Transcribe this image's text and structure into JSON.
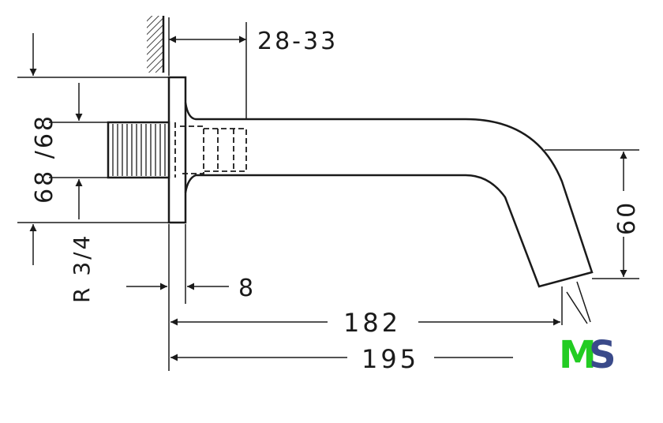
{
  "dimensions": {
    "wall_gap": "28-33",
    "total_height": "68 /68",
    "thread": "R 3/4",
    "flange": "8",
    "drop": "60",
    "reach": "182",
    "overall_length": "195"
  },
  "logo": {
    "text": "MS",
    "colors": {
      "m": "#22cc22",
      "s": "#3a4a8a"
    }
  },
  "colors": {
    "line": "#1a1a1a",
    "background": "#ffffff"
  }
}
